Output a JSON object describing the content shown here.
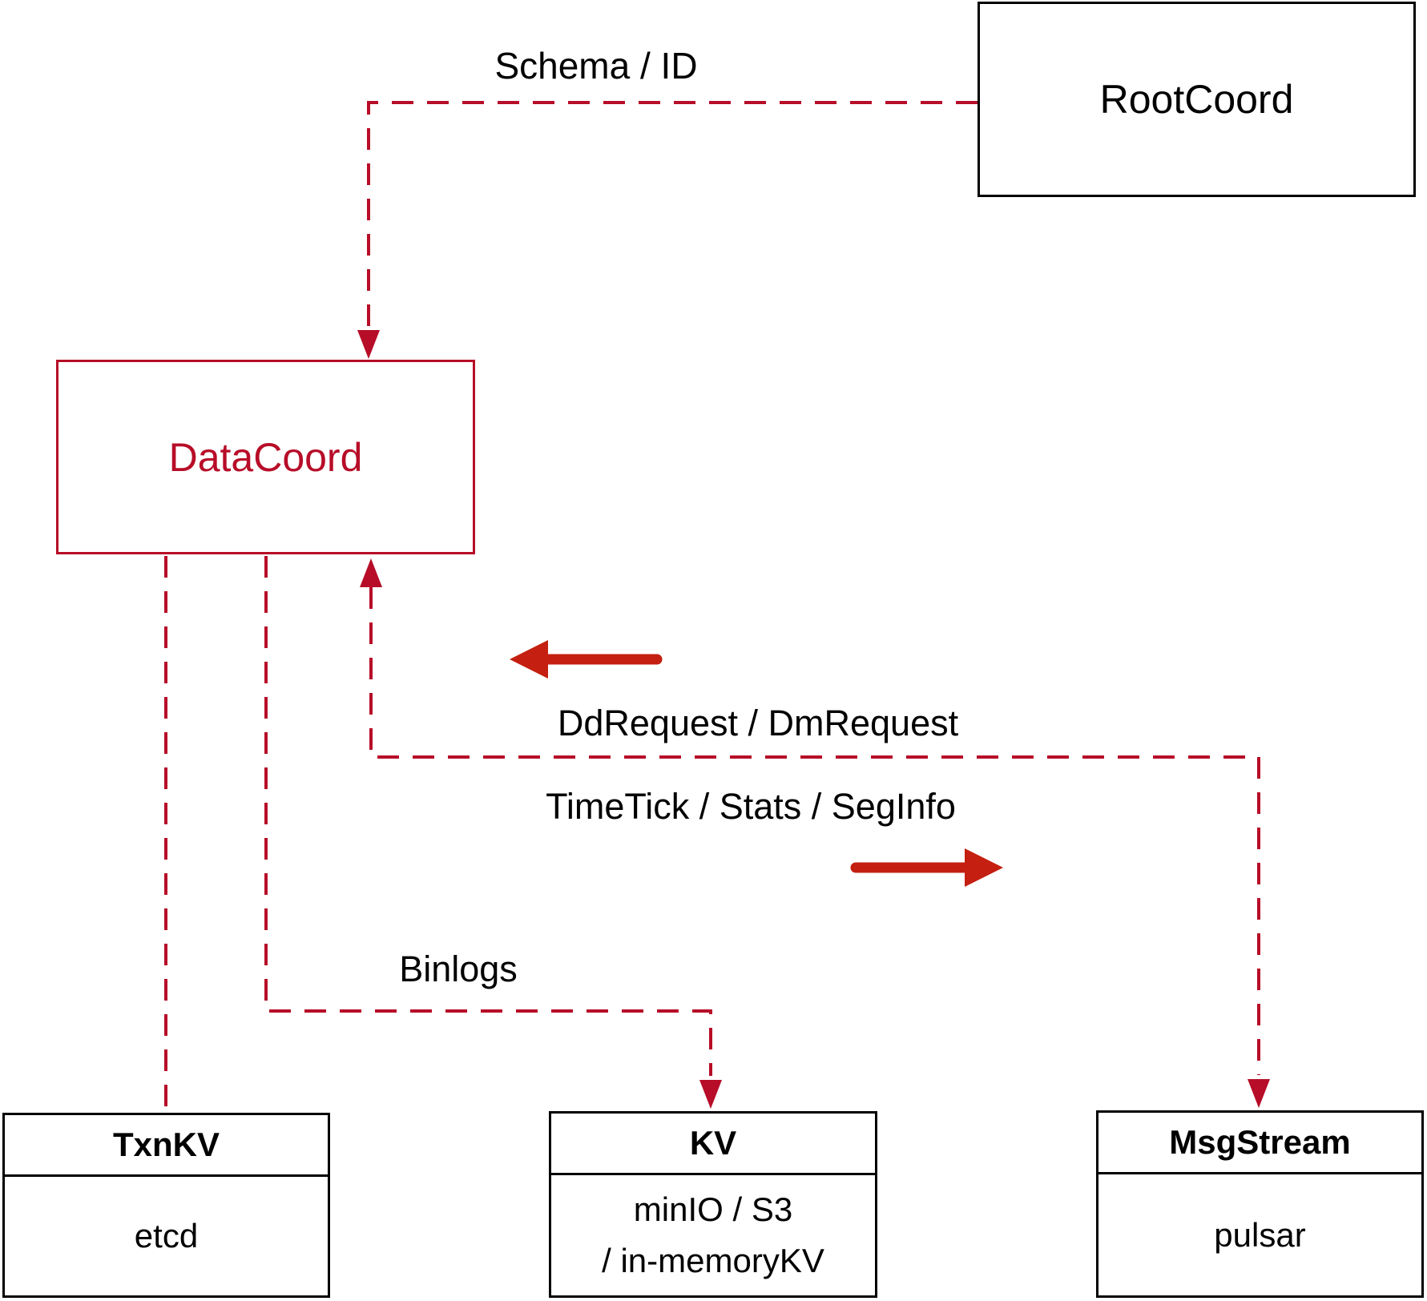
{
  "diagram": {
    "nodes": {
      "rootcoord": {
        "label": "RootCoord"
      },
      "datacoord": {
        "label": "DataCoord"
      },
      "txnkv": {
        "title": "TxnKV",
        "value": "etcd"
      },
      "kv": {
        "title": "KV",
        "value_line1": "minIO / S3",
        "value_line2": "/ in-memoryKV"
      },
      "msgstream": {
        "title": "MsgStream",
        "value": "pulsar"
      }
    },
    "edge_labels": {
      "schema_id": "Schema / ID",
      "dd_dm_request": "DdRequest / DmRequest",
      "timetick_stats_seginfo": "TimeTick / Stats / SegInfo",
      "binlogs": "Binlogs"
    },
    "colors": {
      "dashed_line": "#b70d28",
      "solid_arrow": "#c41f10",
      "node_border": "#000000",
      "datacoord_accent": "#b70d28",
      "label_color": "#000000"
    }
  }
}
